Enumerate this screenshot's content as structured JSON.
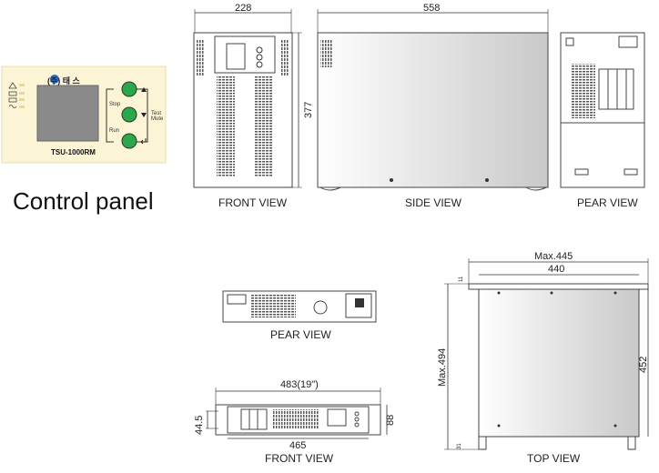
{
  "control_panel": {
    "title": "Control panel",
    "brand": "(주) 태 스",
    "model": "TSU-1000RM",
    "labels": {
      "stop": "Stop",
      "run": "Run",
      "test_mute": "Test\nMute"
    }
  },
  "views": {
    "front_view": "FRONT  VIEW",
    "side_view": "SIDE  VIEW",
    "rear_view_top": "PEAR  VIEW",
    "rear_view_rack": "PEAR  VIEW",
    "front_view_rack": "FRONT  VIEW",
    "top_view": "TOP  VIEW"
  },
  "dimensions": {
    "front_width": "228",
    "side_width": "558",
    "height": "377",
    "max_width": "Max.445",
    "inner_width": "440",
    "max_depth": "Max.494",
    "depth": "452",
    "rack_width": "483(19\")",
    "rack_inner": "465",
    "rack_unit": "44.5",
    "rack_height": "88",
    "small_top": "11",
    "small_bottom": "31"
  },
  "colors": {
    "panel_bg": "#fbf5d5",
    "button_green": "#2aa84a",
    "drawing_gray": "#555555"
  }
}
